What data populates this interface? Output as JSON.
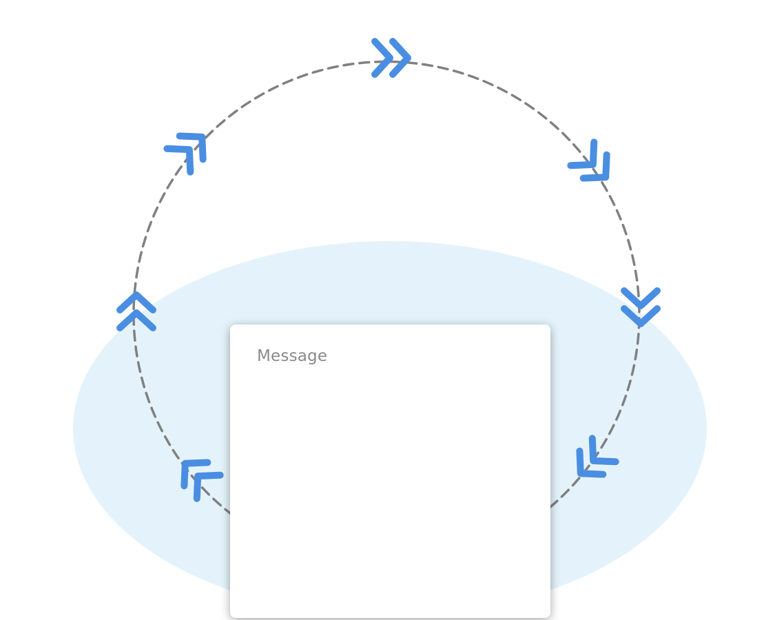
{
  "message_input": {
    "placeholder": "Message"
  },
  "colors": {
    "glow": "#e4f3fb",
    "orbit_dash": "#808080",
    "arrow": "#4a8ee2",
    "card": "#ffffff",
    "placeholder_text": "#8a8a8a"
  },
  "icons": {
    "orbit_arrow": "double-chevron-icon"
  },
  "orbit": {
    "direction": "clockwise",
    "arrow_count": 8
  }
}
